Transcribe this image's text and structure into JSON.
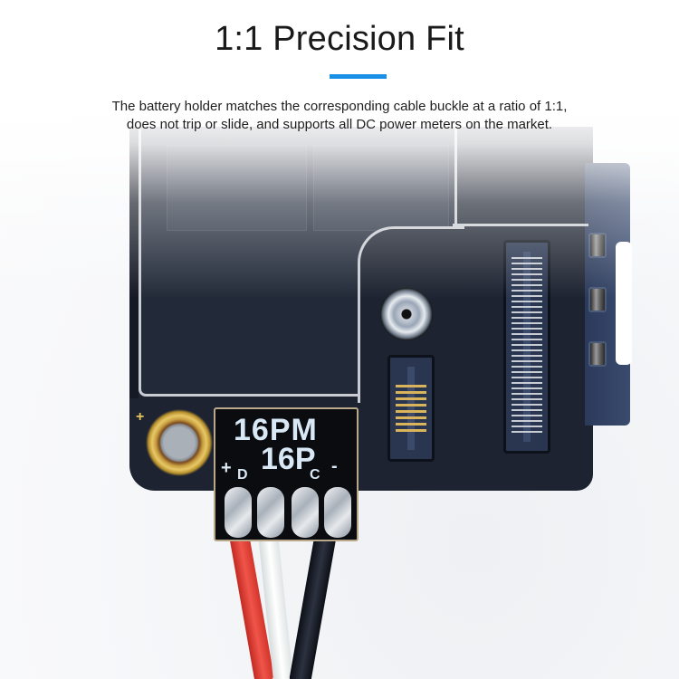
{
  "header": {
    "title": "1:1 Precision Fit",
    "accent_color": "#1a8fe8",
    "description_line1": "The battery holder matches the corresponding cable buckle at a ratio of 1:1,",
    "description_line2": "does not trip or slide, and supports all DC power meters on the market."
  },
  "product": {
    "adapter_label_line1": "16PM",
    "adapter_label_line2": "16P",
    "pin_marks": {
      "plus": "+",
      "d": "D",
      "c": "C",
      "minus": "-"
    },
    "board_plus_mark": "+",
    "wire_colors": [
      "#e23a30",
      "#f0f4f4",
      "#141820"
    ]
  },
  "icons": {
    "mounting-hole": "gold-ring",
    "screw": "screw-head",
    "connector-large": "board-to-board-connector",
    "connector-small": "battery-connector"
  }
}
